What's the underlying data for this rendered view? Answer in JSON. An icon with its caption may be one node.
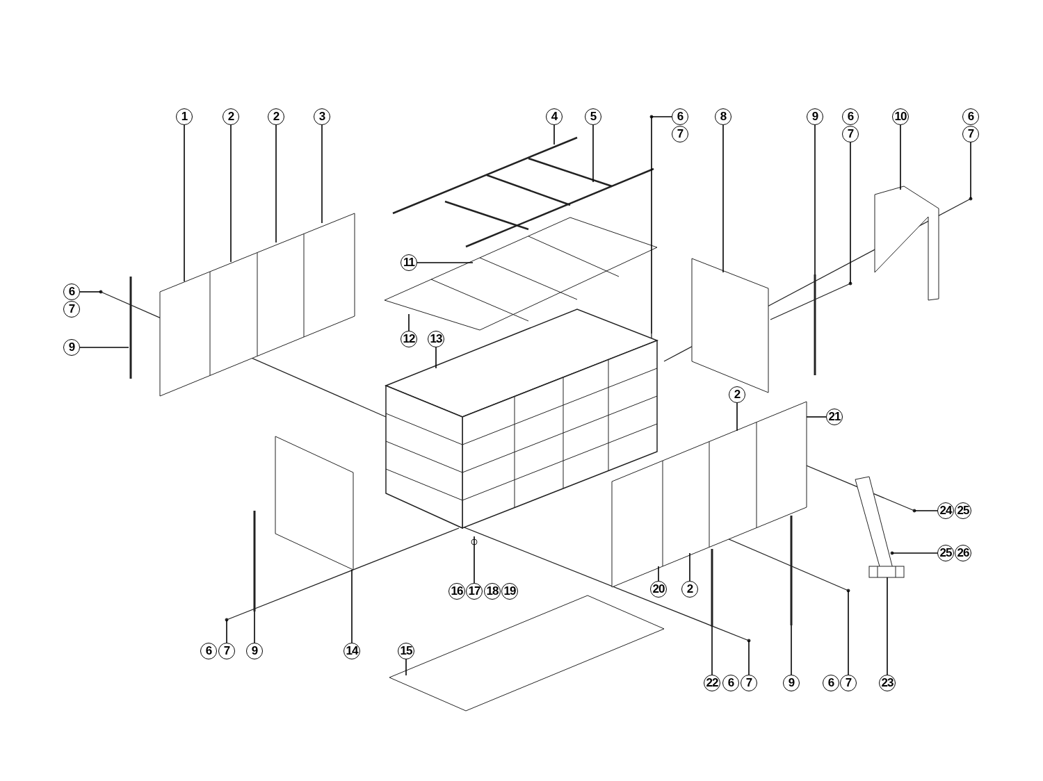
{
  "diagram": {
    "nodes": [
      {
        "text": [
          "1"
        ]
      },
      {
        "text": [
          "2"
        ]
      },
      {
        "text": [
          "2"
        ]
      },
      {
        "text": [
          "3"
        ]
      },
      {
        "text": [
          "4"
        ]
      },
      {
        "text": [
          "5"
        ]
      },
      {
        "text": [
          "6"
        ]
      },
      {
        "text": [
          "7"
        ]
      },
      {
        "text": [
          "8"
        ]
      },
      {
        "text": [
          "9"
        ]
      },
      {
        "text": [
          "6"
        ]
      },
      {
        "text": [
          "7"
        ]
      },
      {
        "text": [
          "10"
        ]
      },
      {
        "text": [
          "6"
        ]
      },
      {
        "text": [
          "7"
        ]
      },
      {
        "text": [
          "11"
        ]
      },
      {
        "text": [
          "6"
        ]
      },
      {
        "text": [
          "7"
        ]
      },
      {
        "text": [
          "12"
        ]
      },
      {
        "text": [
          "13"
        ]
      },
      {
        "text": [
          "9"
        ]
      },
      {
        "text": [
          "2"
        ]
      },
      {
        "text": [
          "21"
        ]
      },
      {
        "text": [
          "24"
        ]
      },
      {
        "text": [
          "25"
        ]
      },
      {
        "text": [
          "25"
        ]
      },
      {
        "text": [
          "26"
        ]
      },
      {
        "text": [
          "16"
        ]
      },
      {
        "text": [
          "17"
        ]
      },
      {
        "text": [
          "18"
        ]
      },
      {
        "text": [
          "19"
        ]
      },
      {
        "text": [
          "20"
        ]
      },
      {
        "text": [
          "2"
        ]
      },
      {
        "text": [
          "6"
        ]
      },
      {
        "text": [
          "7"
        ]
      },
      {
        "text": [
          "9"
        ]
      },
      {
        "text": [
          "14"
        ]
      },
      {
        "text": [
          "15"
        ]
      },
      {
        "text": [
          "22"
        ]
      },
      {
        "text": [
          "6"
        ]
      },
      {
        "text": [
          "7"
        ]
      },
      {
        "text": [
          "9"
        ]
      },
      {
        "text": [
          "6"
        ]
      },
      {
        "text": [
          "7"
        ]
      },
      {
        "text": [
          "23"
        ]
      }
    ],
    "edges": [
      {
        "from": 0,
        "to": null,
        "arrow": "none"
      },
      {
        "from": 1,
        "to": null,
        "arrow": "none"
      },
      {
        "from": 2,
        "to": null,
        "arrow": "none"
      },
      {
        "from": 3,
        "to": null,
        "arrow": "none"
      },
      {
        "from": 4,
        "to": null,
        "arrow": "none"
      },
      {
        "from": 5,
        "to": null,
        "arrow": "none"
      },
      {
        "from": 6,
        "to": null,
        "arrow": "none"
      },
      {
        "from": 8,
        "to": null,
        "arrow": "none"
      },
      {
        "from": 9,
        "to": null,
        "arrow": "none"
      },
      {
        "from": 11,
        "to": null,
        "arrow": "none"
      },
      {
        "from": 12,
        "to": null,
        "arrow": "none"
      },
      {
        "from": 14,
        "to": null,
        "arrow": "none"
      },
      {
        "from": 15,
        "to": null,
        "arrow": "none"
      },
      {
        "from": 16,
        "to": null,
        "arrow": "none"
      },
      {
        "from": 18,
        "to": null,
        "arrow": "none"
      },
      {
        "from": 19,
        "to": null,
        "arrow": "none"
      },
      {
        "from": 20,
        "to": null,
        "arrow": "none"
      },
      {
        "from": 21,
        "to": null,
        "arrow": "none"
      },
      {
        "from": 22,
        "to": null,
        "arrow": "none"
      },
      {
        "from": 23,
        "to": null,
        "arrow": "none"
      },
      {
        "from": 25,
        "to": null,
        "arrow": "none"
      },
      {
        "from": 28,
        "to": null,
        "arrow": "none"
      },
      {
        "from": 31,
        "to": null,
        "arrow": "none"
      },
      {
        "from": 32,
        "to": null,
        "arrow": "none"
      },
      {
        "from": 34,
        "to": null,
        "arrow": "none"
      },
      {
        "from": 35,
        "to": null,
        "arrow": "none"
      },
      {
        "from": 36,
        "to": null,
        "arrow": "none"
      },
      {
        "from": 37,
        "to": null,
        "arrow": "none"
      },
      {
        "from": 38,
        "to": null,
        "arrow": "none"
      },
      {
        "from": 40,
        "to": null,
        "arrow": "none"
      },
      {
        "from": 41,
        "to": null,
        "arrow": "none"
      },
      {
        "from": 43,
        "to": null,
        "arrow": "none"
      },
      {
        "from": 44,
        "to": null,
        "arrow": "none"
      }
    ]
  }
}
